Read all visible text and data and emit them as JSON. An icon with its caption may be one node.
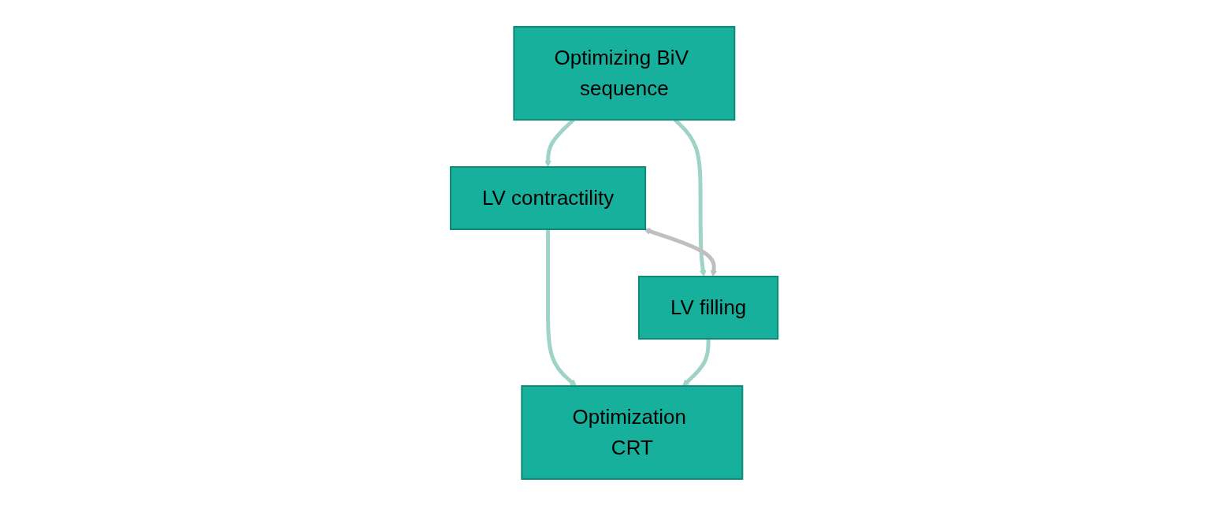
{
  "diagram": {
    "nodes": [
      {
        "text": [
          "Optimizing BiV sequence"
        ]
      },
      {
        "text": [
          "LV contractility"
        ]
      },
      {
        "text": [
          "LV filling"
        ]
      },
      {
        "text": [
          "Optimization CRT"
        ]
      }
    ],
    "edges": [
      {
        "from": 0,
        "to": 1,
        "arrow": "to"
      },
      {
        "from": 0,
        "to": 2,
        "arrow": "to"
      },
      {
        "from": 1,
        "to": 2,
        "arrow": "both",
        "color": "#bfbfbf"
      },
      {
        "from": 1,
        "to": 3,
        "arrow": "to"
      },
      {
        "from": 2,
        "to": 3,
        "arrow": "to"
      }
    ]
  }
}
